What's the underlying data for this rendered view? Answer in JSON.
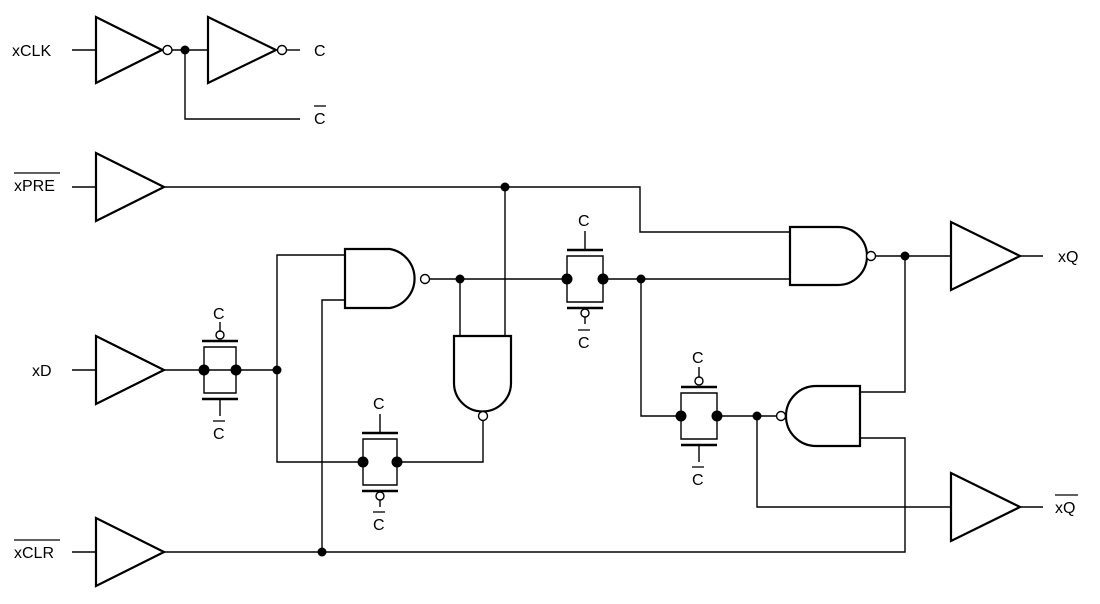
{
  "inputs": {
    "clock": "xCLK",
    "preset": "xPRE",
    "data": "xD",
    "clear": "xCLR"
  },
  "outputs": {
    "q": "xQ",
    "q_bar": "xQ"
  },
  "clock_signals": {
    "c": "C",
    "c_bar": "C"
  }
}
